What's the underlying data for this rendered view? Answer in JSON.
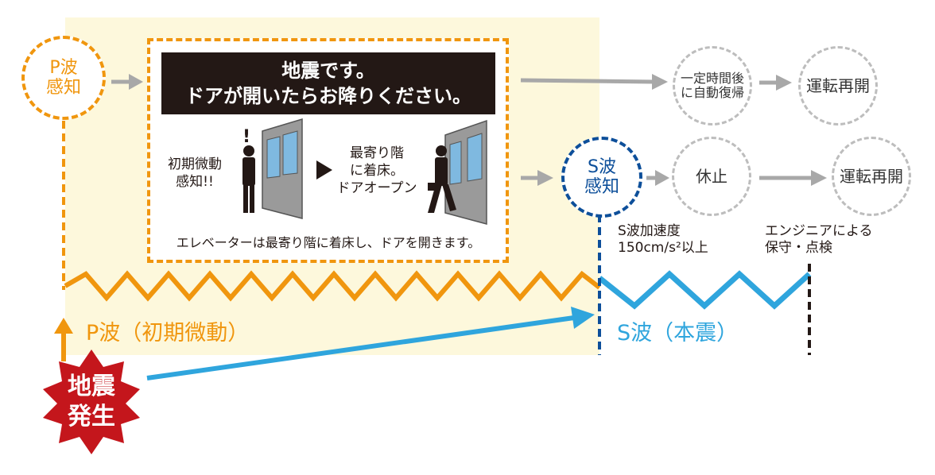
{
  "p_detect": "P波\n感知",
  "s_detect": "S波\n感知",
  "banner": {
    "line1": "地震です。",
    "line2": "ドアが開いたらお降りください。"
  },
  "panel": {
    "initial_detect": "初期微動\n感知!!",
    "arrival": "最寄り階\nに着床。\nドアオープン",
    "exclaim": "!",
    "caption": "エレベーターは最寄り階に着床し、ドアを開きます。"
  },
  "top_row": {
    "auto_restore": "一定時間後\nに自動復帰",
    "resume": "運転再開"
  },
  "mid_row": {
    "pause": "休止",
    "resume": "運転再開"
  },
  "notes": {
    "s_accel": "S波加速度\n150cm/s²以上",
    "engineer": "エンジニアによる\n保守・点検"
  },
  "waves": {
    "p": "P波（初期微動）",
    "s": "S波（本震）"
  },
  "quake": "地震\n発生",
  "colors": {
    "orange": "#f0960e",
    "blue": "#2fa5dd",
    "navy": "#0d4f9a",
    "red": "#c4161c",
    "gray": "#a8a8a8",
    "yellow_zone": "#fdf8dc",
    "banner": "#231815"
  }
}
